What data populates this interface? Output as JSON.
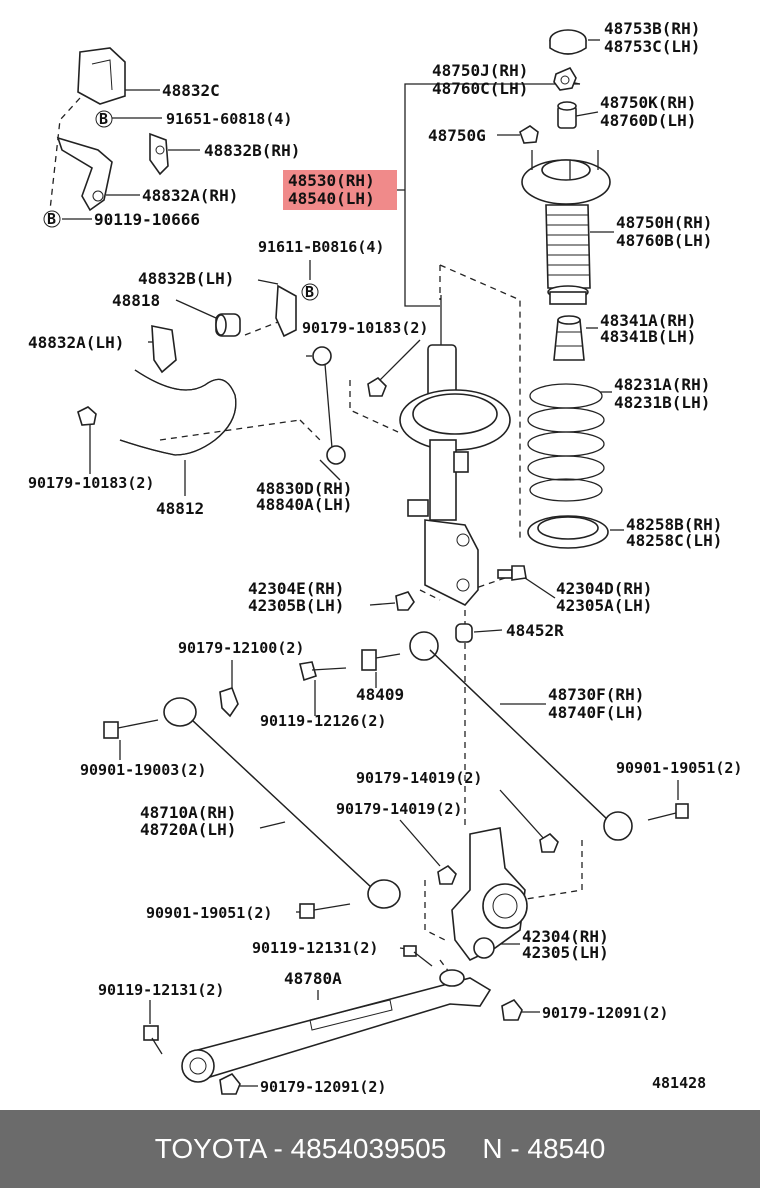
{
  "callouts": {
    "c48753b": "48753B(RH)",
    "c48753c": "48753C(LH)",
    "c48750j": "48750J(RH)",
    "c48760c": "48760C(LH)",
    "c48832c": "48832C",
    "c48750k": "48750K(RH)",
    "c48760d": "48760D(LH)",
    "c91651": "91651-60818(4)",
    "c48750g": "48750G",
    "c48832b_rh": "48832B(RH)",
    "c48530": "48530(RH)",
    "c48540": "48540(LH)",
    "c48832a_rh": "48832A(RH)",
    "c48750h": "48750H(RH)",
    "c48760b": "48760B(LH)",
    "c90119_10666": "90119-10666",
    "c91611": "91611-B0816(4)",
    "c48832b_lh": "48832B(LH)",
    "c48818": "48818",
    "c48341a": "48341A(RH)",
    "c48341b": "48341B(LH)",
    "c90179_10183a": "90179-10183(2)",
    "c48832a_lh": "48832A(LH)",
    "c48231a": "48231A(RH)",
    "c48231b": "48231B(LH)",
    "c90179_10183b": "90179-10183(2)",
    "c48830d": "48830D(RH)",
    "c48840a": "48840A(LH)",
    "c48812": "48812",
    "c48258b": "48258B(RH)",
    "c48258c": "48258C(LH)",
    "c42304e": "42304E(RH)",
    "c42305b": "42305B(LH)",
    "c42304d": "42304D(RH)",
    "c42305a": "42305A(LH)",
    "c48452r": "48452R",
    "c90179_12100": "90179-12100(2)",
    "c48409": "48409",
    "c48730f": "48730F(RH)",
    "c48740f": "48740F(LH)",
    "c90119_12126": "90119-12126(2)",
    "c90901_19003": "90901-19003(2)",
    "c90179_14019a": "90179-14019(2)",
    "c90901_19051a": "90901-19051(2)",
    "c90179_14019b": "90179-14019(2)",
    "c48710a": "48710A(RH)",
    "c48720a": "48720A(LH)",
    "c90901_19051b": "90901-19051(2)",
    "c42304": "42304(RH)",
    "c42305": "42305(LH)",
    "c90119_12131a": "90119-12131(2)",
    "c48780a": "48780A",
    "c90119_12131b": "90119-12131(2)",
    "c90179_12091a": "90179-12091(2)",
    "c90179_12091b": "90179-12091(2)",
    "fig_code": "481428",
    "b_marker": "B"
  },
  "highlight_color": "#f08a8a",
  "footer": {
    "brand_part": "TOYOTA - 4854039505",
    "ref": "N - 48540"
  }
}
